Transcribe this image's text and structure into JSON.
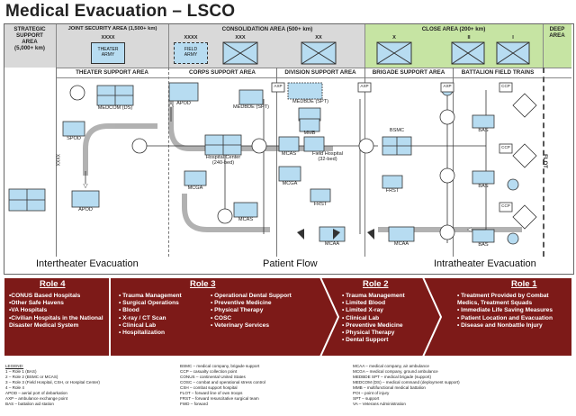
{
  "title": "Medical Evacuation – LSCO",
  "headers": {
    "strategic": [
      "STRATEGIC",
      "SUPPORT",
      "AREA",
      "(5,000+ km)"
    ],
    "joint": "JOINT SECURITY AREA (1,500+ km)",
    "consolidation": "CONSOLIDATION AREA (500+ km)",
    "close": "CLOSE AREA (200+ km)",
    "deep": [
      "DEEP",
      "AREA"
    ]
  },
  "top_units": {
    "theater_army_echelon": "XXXX",
    "theater_army": [
      "THEATER",
      "ARMY"
    ],
    "field_army_echelon": "XXXX",
    "field_army": [
      "FIELD",
      "ARMY"
    ],
    "corps_echelon": "XXX",
    "division_echelon": "XX",
    "brigade_echelon": "X",
    "battalion_echelon_a": "II",
    "battalion_echelon_b": "I"
  },
  "areas": {
    "theater": "THEATER  SUPPORT AREA",
    "corps": "CORPS SUPPORT AREA",
    "division": "DIVISION SUPPORT AREA",
    "brigade": "BRIGADE SUPPORT AREA",
    "battalion": "BATTALION  FIELD TRAINS"
  },
  "nodes": {
    "medcom": "MEDCOM (DS)",
    "spod": "SPOD",
    "apod_left": "APOD",
    "apod_corps": "APOD",
    "medbde": "MEDBDE (SPT)",
    "medbde2": "MEDBDE (SPT)",
    "mmb": "MMB",
    "hospital_center": [
      "Hospital Center",
      "(240-bed)"
    ],
    "field_hospital": [
      "Field Hospital",
      "(32-bed)"
    ],
    "mcas_a": "MCAS",
    "mcas_b": "MCAS",
    "mcga_a": "MCGA",
    "mcga_b": "MCGA",
    "frst_a": "FRST",
    "frst_b": "FRST",
    "bsmc": "BSMC",
    "mcaa_a": "MCAA",
    "mcaa_b": "MCAA",
    "axp": "AXP",
    "ccp": "CCP",
    "bas": "BAS",
    "flot": "FLOT",
    "xxxx": "XXXX"
  },
  "flows": {
    "left": "Intertheater Evacuation",
    "center": "Patient Flow",
    "right": "Intratheater Evacuation"
  },
  "roles": [
    {
      "title": "Role 4",
      "items": [
        "•CONUS Based Hospitals",
        "•Other Safe Havens",
        "•VA Hospitals",
        "•Civilian Hospitals in the National Disaster Medical System"
      ]
    },
    {
      "title": "Role 3",
      "items_a": [
        "• Trauma Management",
        "• Surgical Operations",
        "• Blood",
        "• X-ray / CT Scan",
        "• Clinical Lab",
        "• Hospitalization"
      ],
      "items_b": [
        "• Operational Dental Support",
        "• Preventive Medicine",
        "• Physical Therapy",
        "• COSC",
        "• Veterinary Services"
      ]
    },
    {
      "title": "Role 2",
      "items": [
        "• Trauma Management",
        "• Limited Blood",
        "• Limited X-ray",
        "• Clinical Lab",
        "• Preventive Medicine",
        "• Physical Therapy",
        "• Dental Support"
      ]
    },
    {
      "title": "Role 1",
      "items": [
        "• Treatment Provided by Combat Medics, Treatment Squads",
        "• Immediate Life Saving Measures",
        "• Patient Location and Evacuation",
        "• Disease and Nonbattle Injury"
      ]
    }
  ],
  "legend": {
    "col1": [
      "LEGEND:",
      "1 – Role 1 (BAS)",
      "2 – Role 2 (BSMC or MCAS)",
      "3 – Role 3 (Field Hospital, CSH, or Hospital Center)",
      "4 – Role 4",
      "APOD – aerial port of debarkation",
      "AXP – ambulance exchange point",
      "BAS – battalion aid station"
    ],
    "col2": [
      "BSMC – medical company, brigade support",
      "CCP – casualty collection point",
      "CONUS – continental United States",
      "COSC – combat and operational stress control",
      "CSH – combat support hospital",
      "FLOT – forward line of own troops",
      "FRST – forward resuscitative surgical team",
      "FWD – forward"
    ],
    "col3": [
      "MCAA – medical company, air ambulance",
      "MCGA – medical company, ground ambulance",
      "MEDBDE SPT – medical brigade (support)",
      "MEDCOM (DS) – medical command (deployment support)",
      "MMB – multifunctional medical battalion",
      "POI – point of injury",
      "SPT – support",
      "VA – Veterans Administration"
    ]
  },
  "colors": {
    "role_red": "#7d1a18",
    "unit_blue": "#b7dcf1",
    "close_green": "#c6e4a3",
    "header_gray": "#d9d9d9"
  }
}
